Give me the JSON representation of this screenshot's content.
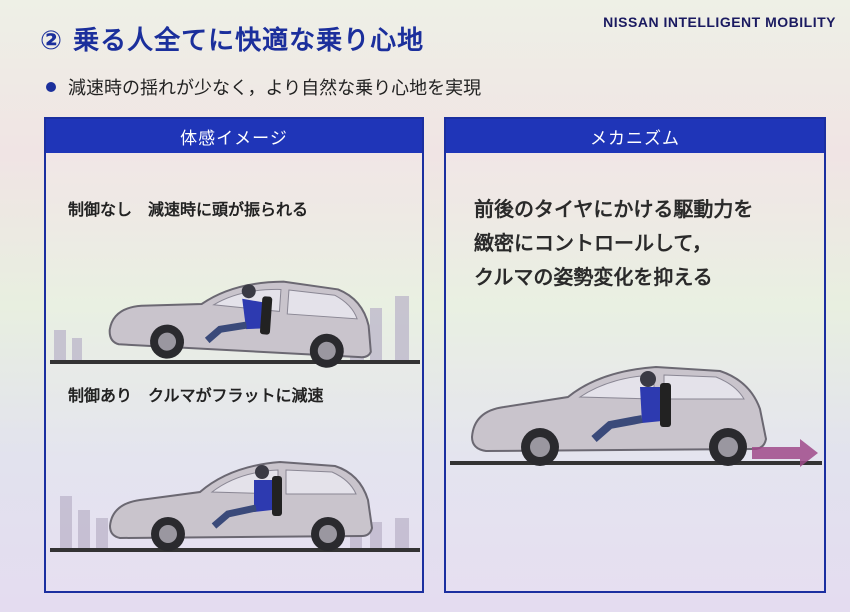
{
  "header": {
    "title": "② 乗る人全てに快適な乗り心地",
    "logo": "NISSAN INTELLIGENT MOBILITY"
  },
  "subtitle": "減速時の揺れが少なく，より自然な乗り心地を実現",
  "left_panel": {
    "heading": "体感イメージ",
    "caption_top": "制御なし　減速時に頭が振られる",
    "caption_bottom": "制御あり　クルマがフラットに減速"
  },
  "right_panel": {
    "heading": "メカニズム",
    "lines": [
      "前後のタイヤにかける駆動力を",
      "緻密にコントロールして，",
      "クルマの姿勢変化を抑える"
    ]
  },
  "colors": {
    "accent": "#1f35b8",
    "arrow": "#a04a8a"
  }
}
